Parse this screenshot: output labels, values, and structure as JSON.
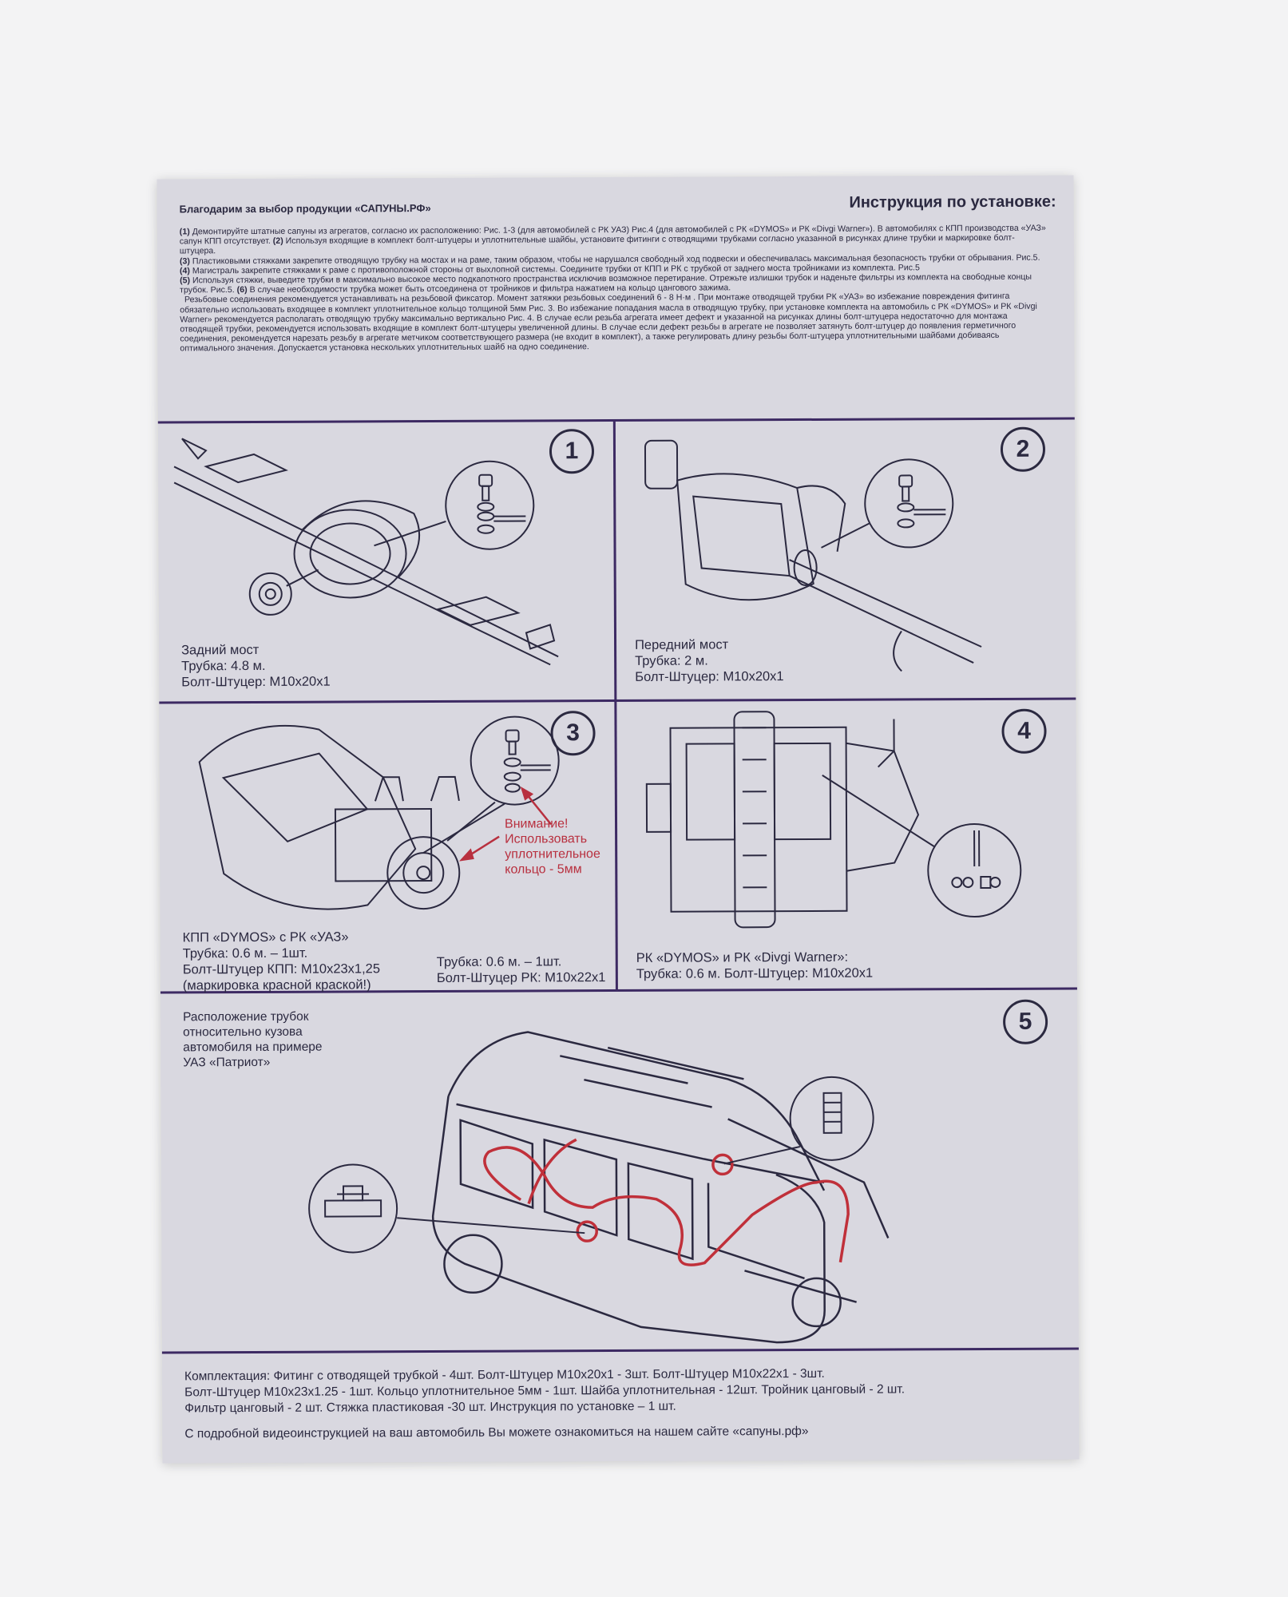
{
  "header": {
    "left": "Благодарим за выбор продукции «САПУНЫ.РФ»",
    "right": "Инструкция по установке:"
  },
  "intro": {
    "p1_num": "(1)",
    "p1_a": "Демонтируйте штатные сапуны из агрегатов, согласно их расположению: Рис. 1-3 (для автомобилей с РК УАЗ) Рис.4 (для автомобилей с РК «DYMOS» и РК «Divgi Warner»). В автомобилях с КПП производства «УАЗ» сапун КПП отсутствует.",
    "p1_num2": "(2)",
    "p1_b": "Используя входящие в комплект болт-штуцеры и уплотнительные шайбы, установите фитинги с отводящими трубками согласно указанной в рисунках длине трубки и маркировке болт-штуцера.",
    "p3_num": "(3)",
    "p3_a": "Пластиковыми стяжками закрепите отводящую трубку на мостах и на раме, таким образом, чтобы не нарушался свободный ход подвески и обеспечивалась максимальная безопасность трубки от обрывания. Рис.5.",
    "p3_num2": "(4)",
    "p3_b": "Магистраль закрепите стяжками к раме с противоположной стороны от выхлопной системы. Соедините трубки от КПП и РК с трубкой от заднего моста тройниками из комплекта. Рис.5",
    "p5_num": "(5)",
    "p5_a": "Используя стяжки, выведите трубки в максимально высокое место подкапотного пространства исключив возможное перетирание. Отрежьте излишки трубок и наденьте фильтры из комплекта на свободные концы трубок. Рис.5.",
    "p5_num2": "(6)",
    "p5_b": "В случае необходимости трубка может быть отсоединена от тройников и фильтра нажатием на кольцо цангового зажима.",
    "p7": "Резьбовые соединения рекомендуется устанавливать на резьбовой фиксатор. Момент затяжки резьбовых соединений 6 - 8  Н·м . При монтаже отводящей трубки РК «УАЗ» во избежание повреждения фитинга обязательно использовать входящее в комплект уплотнительное кольцо толщиной 5мм Рис. 3. Во избежание попадания масла в отводящую трубку, при установке комплекта на автомобиль с РК «DYMOS» и РК «Divgi Warner» рекомендуется располагать отводящую трубку максимально вертикально Рис. 4. В случае если резьба агрегата имеет дефект и указанной на рисунках длины болт-штуцера недостаточно для монтажа отводящей трубки, рекомендуется использовать входящие в комплект болт-штуцеры увеличенной длины. В случае если дефект резьбы в агрегате не позволяет затянуть болт-штуцер до появления герметичного соединения, рекомендуется нарезать резьбу в агрегате метчиком соответствующего размера (не входит в комплект), а также регулировать длину резьбы болт-штуцера уплотнительными шайбами добиваясь оптимального значения. Допускается установка нескольких уплотнительных шайб на одно соединение."
  },
  "fig1": {
    "num": "1",
    "line1": "Задний мост",
    "line2": "Трубка: 4.8 м.",
    "line3": "Болт-Штуцер: М10х20х1"
  },
  "fig2": {
    "num": "2",
    "line1": "Передний мост",
    "line2": "Трубка: 2 м.",
    "line3": "Болт-Штуцер: М10х20х1"
  },
  "fig3": {
    "num": "3",
    "warn1": "Внимание!",
    "warn2": "Использовать",
    "warn3": "уплотнительное",
    "warn4": "кольцо - 5мм",
    "line1": "КПП «DYMOS» с РК «УАЗ»",
    "line2": "Трубка: 0.6 м. – 1шт.",
    "line3": "Болт-Штуцер КПП: М10х23х1,25",
    "line4": "(маркировка красной краской!)",
    "right1": "Трубка: 0.6 м. – 1шт.",
    "right2": "Болт-Штуцер РК: М10х22х1"
  },
  "fig4": {
    "num": "4",
    "line1": "РК «DYMOS» и РК «Divgi Warner»:",
    "line2": "Трубка: 0.6 м. Болт-Штуцер: М10х20х1"
  },
  "fig5": {
    "num": "5",
    "line1": "Расположение трубок",
    "line2": "относительно кузова",
    "line3": "автомобиля на примере",
    "line4": "УАЗ «Патриот»"
  },
  "footer": {
    "line1": "Комплектация: Фитинг с отводящей трубкой - 4шт. Болт-Штуцер М10х20х1 - 3шт. Болт-Штуцер М10х22х1 - 3шт.",
    "line2": "Болт-Штуцер М10х23х1.25 - 1шт. Кольцо уплотнительное 5мм - 1шт. Шайба уплотнительная - 12шт. Тройник цанговый - 2 шт.",
    "line3": "Фильтр цанговый - 2 шт. Стяжка пластиковая -30 шт. Инструкция  по установке – 1 шт.",
    "site": "С подробной видеоинструкцией на ваш автомобиль Вы можете ознакомиться на нашем сайте «сапуны.рф»"
  },
  "colors": {
    "sheet": "#d9d8e0",
    "ink": "#2b2940",
    "border": "#3d2a63",
    "accent_red": "#b8303f"
  }
}
